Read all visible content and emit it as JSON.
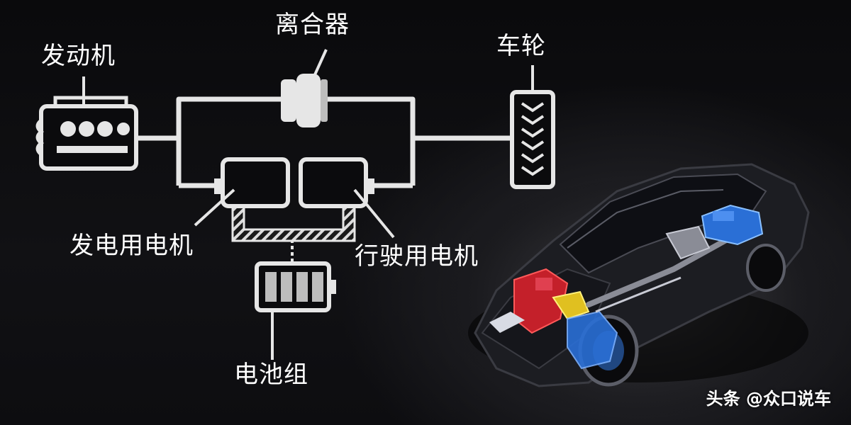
{
  "labels": {
    "engine": "发动机",
    "clutch": "离合器",
    "wheel": "车轮",
    "generator_motor": "发电用电机",
    "drive_motor": "行驶用电机",
    "battery": "电池组"
  },
  "watermark": "头条 @众口说车",
  "colors": {
    "line": "#e6e6e6",
    "background": "#0b0b0d",
    "component_red": "#c4202a",
    "component_blue": "#2a6fd6",
    "component_yellow": "#e0c020"
  }
}
